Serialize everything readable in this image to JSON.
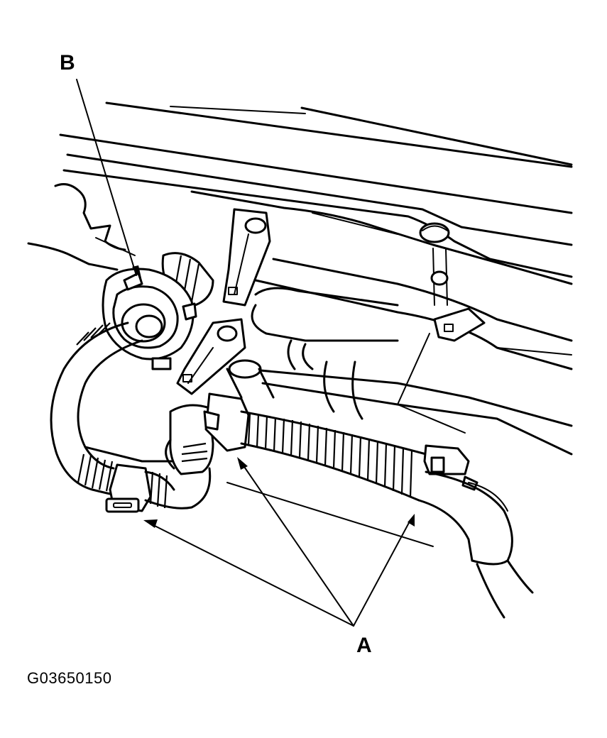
{
  "callouts": {
    "a": "A",
    "b": "B"
  },
  "figure_code": "G03650150"
}
